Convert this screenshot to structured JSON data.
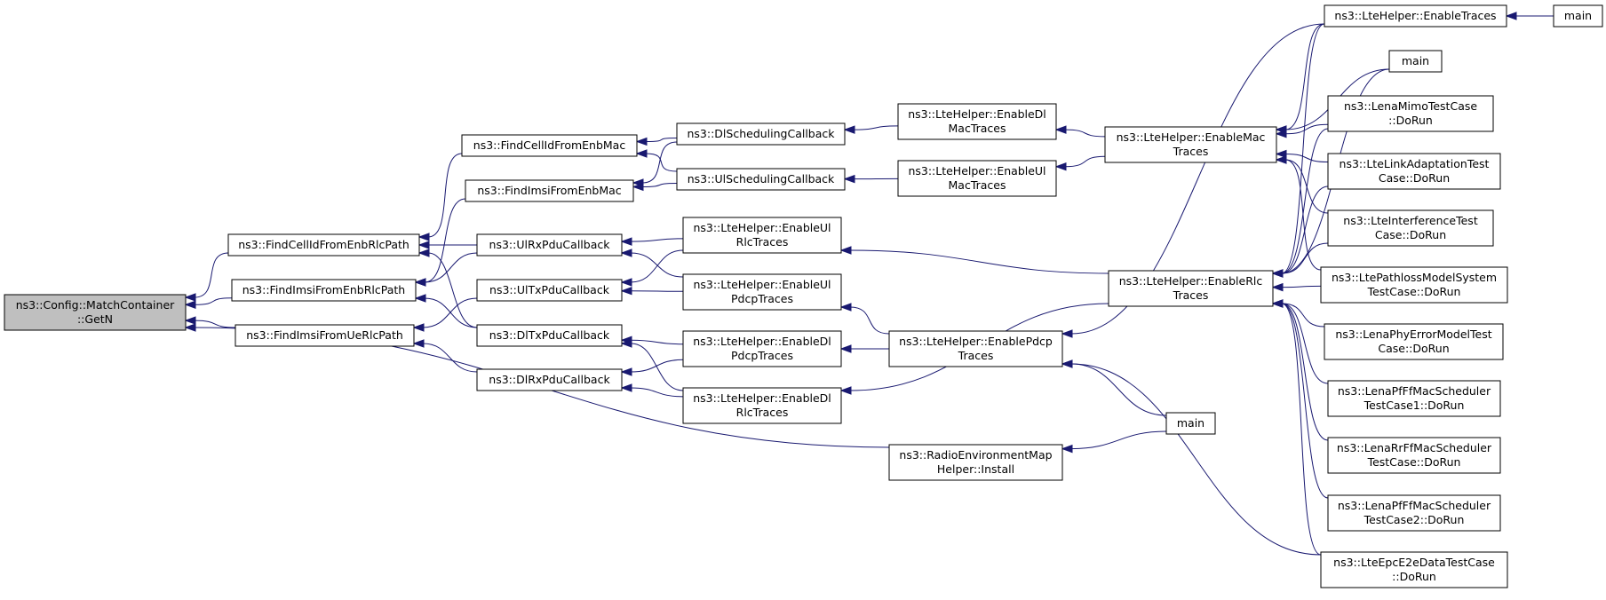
{
  "nodes": [
    {
      "id": "getn",
      "lines": [
        "ns3::Config::MatchContainer",
        "::GetN"
      ],
      "current": true
    },
    {
      "id": "fcellrlc",
      "lines": [
        "ns3::FindCellIdFromEnbRlcPath"
      ]
    },
    {
      "id": "fimsienbrlc",
      "lines": [
        "ns3::FindImsiFromEnbRlcPath"
      ]
    },
    {
      "id": "fimsiuerlc",
      "lines": [
        "ns3::FindImsiFromUeRlcPath"
      ]
    },
    {
      "id": "fcellmac",
      "lines": [
        "ns3::FindCellIdFromEnbMac"
      ]
    },
    {
      "id": "fimsimac",
      "lines": [
        "ns3::FindImsiFromEnbMac"
      ]
    },
    {
      "id": "ulrx",
      "lines": [
        "ns3::UlRxPduCallback"
      ]
    },
    {
      "id": "ultx",
      "lines": [
        "ns3::UlTxPduCallback"
      ]
    },
    {
      "id": "dltx",
      "lines": [
        "ns3::DlTxPduCallback"
      ]
    },
    {
      "id": "dlrx",
      "lines": [
        "ns3::DlRxPduCallback"
      ]
    },
    {
      "id": "dlsched",
      "lines": [
        "ns3::DlSchedulingCallback"
      ]
    },
    {
      "id": "ulsched",
      "lines": [
        "ns3::UlSchedulingCallback"
      ]
    },
    {
      "id": "enulrlc",
      "lines": [
        "ns3::LteHelper::EnableUl",
        "RlcTraces"
      ]
    },
    {
      "id": "enulpdcp",
      "lines": [
        "ns3::LteHelper::EnableUl",
        "PdcpTraces"
      ]
    },
    {
      "id": "endlpdcp",
      "lines": [
        "ns3::LteHelper::EnableDl",
        "PdcpTraces"
      ]
    },
    {
      "id": "endlrlc",
      "lines": [
        "ns3::LteHelper::EnableDl",
        "RlcTraces"
      ]
    },
    {
      "id": "endlmac",
      "lines": [
        "ns3::LteHelper::EnableDl",
        "MacTraces"
      ]
    },
    {
      "id": "enulmac",
      "lines": [
        "ns3::LteHelper::EnableUl",
        "MacTraces"
      ]
    },
    {
      "id": "enpdcp",
      "lines": [
        "ns3::LteHelper::EnablePdcp",
        "Traces"
      ]
    },
    {
      "id": "rem",
      "lines": [
        "ns3::RadioEnvironmentMap",
        "Helper::Install"
      ]
    },
    {
      "id": "enmac",
      "lines": [
        "ns3::LteHelper::EnableMac",
        "Traces"
      ]
    },
    {
      "id": "enrlc",
      "lines": [
        "ns3::LteHelper::EnableRlc",
        "Traces"
      ]
    },
    {
      "id": "main2",
      "lines": [
        "main"
      ]
    },
    {
      "id": "entraces",
      "lines": [
        "ns3::LteHelper::EnableTraces"
      ]
    },
    {
      "id": "main3",
      "lines": [
        "main"
      ]
    },
    {
      "id": "main1",
      "lines": [
        "main"
      ]
    },
    {
      "id": "mimo",
      "lines": [
        "ns3::LenaMimoTestCase",
        "::DoRun"
      ]
    },
    {
      "id": "linkadapt",
      "lines": [
        "ns3::LteLinkAdaptationTest",
        "Case::DoRun"
      ]
    },
    {
      "id": "interf",
      "lines": [
        "ns3::LteInterferenceTest",
        "Case::DoRun"
      ]
    },
    {
      "id": "pathloss",
      "lines": [
        "ns3::LtePathlossModelSystem",
        "TestCase::DoRun"
      ]
    },
    {
      "id": "phyerr",
      "lines": [
        "ns3::LenaPhyErrorModelTest",
        "Case::DoRun"
      ]
    },
    {
      "id": "pfff1",
      "lines": [
        "ns3::LenaPfFfMacScheduler",
        "TestCase1::DoRun"
      ]
    },
    {
      "id": "rrff",
      "lines": [
        "ns3::LenaRrFfMacScheduler",
        "TestCase::DoRun"
      ]
    },
    {
      "id": "pfff2",
      "lines": [
        "ns3::LenaPfFfMacScheduler",
        "TestCase2::DoRun"
      ]
    },
    {
      "id": "epce2e",
      "lines": [
        "ns3::LteEpcE2eDataTestCase",
        "::DoRun"
      ]
    }
  ],
  "edges": [
    [
      "fcellrlc",
      "getn"
    ],
    [
      "fimsienbrlc",
      "getn"
    ],
    [
      "fimsiuerlc",
      "getn"
    ],
    [
      "rem",
      "getn"
    ],
    [
      "fcellmac",
      "fcellrlc"
    ],
    [
      "ulrx",
      "fcellrlc"
    ],
    [
      "dltx",
      "fcellrlc"
    ],
    [
      "fimsimac",
      "fimsienbrlc"
    ],
    [
      "ulrx",
      "fimsienbrlc"
    ],
    [
      "dltx",
      "fimsienbrlc"
    ],
    [
      "ultx",
      "fimsiuerlc"
    ],
    [
      "dlrx",
      "fimsiuerlc"
    ],
    [
      "dlsched",
      "fcellmac"
    ],
    [
      "ulsched",
      "fcellmac"
    ],
    [
      "dlsched",
      "fimsimac"
    ],
    [
      "ulsched",
      "fimsimac"
    ],
    [
      "enulrlc",
      "ulrx"
    ],
    [
      "enulpdcp",
      "ulrx"
    ],
    [
      "enulpdcp",
      "ultx"
    ],
    [
      "enulrlc",
      "ultx"
    ],
    [
      "endlpdcp",
      "dltx"
    ],
    [
      "endlrlc",
      "dltx"
    ],
    [
      "endlpdcp",
      "dlrx"
    ],
    [
      "endlrlc",
      "dlrx"
    ],
    [
      "endlmac",
      "dlsched"
    ],
    [
      "enulmac",
      "ulsched"
    ],
    [
      "enmac",
      "endlmac"
    ],
    [
      "enmac",
      "enulmac"
    ],
    [
      "enrlc",
      "enulrlc"
    ],
    [
      "enrlc",
      "endlrlc"
    ],
    [
      "enpdcp",
      "enulpdcp"
    ],
    [
      "enpdcp",
      "endlpdcp"
    ],
    [
      "main2",
      "rem"
    ],
    [
      "entraces",
      "enmac"
    ],
    [
      "main1",
      "enmac"
    ],
    [
      "mimo",
      "enmac"
    ],
    [
      "linkadapt",
      "enmac"
    ],
    [
      "interf",
      "enmac"
    ],
    [
      "pathloss",
      "enmac"
    ],
    [
      "entraces",
      "enrlc"
    ],
    [
      "main1",
      "enrlc"
    ],
    [
      "mimo",
      "enrlc"
    ],
    [
      "linkadapt",
      "enrlc"
    ],
    [
      "interf",
      "enrlc"
    ],
    [
      "pathloss",
      "enrlc"
    ],
    [
      "phyerr",
      "enrlc"
    ],
    [
      "pfff1",
      "enrlc"
    ],
    [
      "rrff",
      "enrlc"
    ],
    [
      "pfff2",
      "enrlc"
    ],
    [
      "epce2e",
      "enrlc"
    ],
    [
      "entraces",
      "enpdcp"
    ],
    [
      "main2",
      "enpdcp"
    ],
    [
      "epce2e",
      "enpdcp"
    ],
    [
      "main3",
      "entraces"
    ]
  ]
}
